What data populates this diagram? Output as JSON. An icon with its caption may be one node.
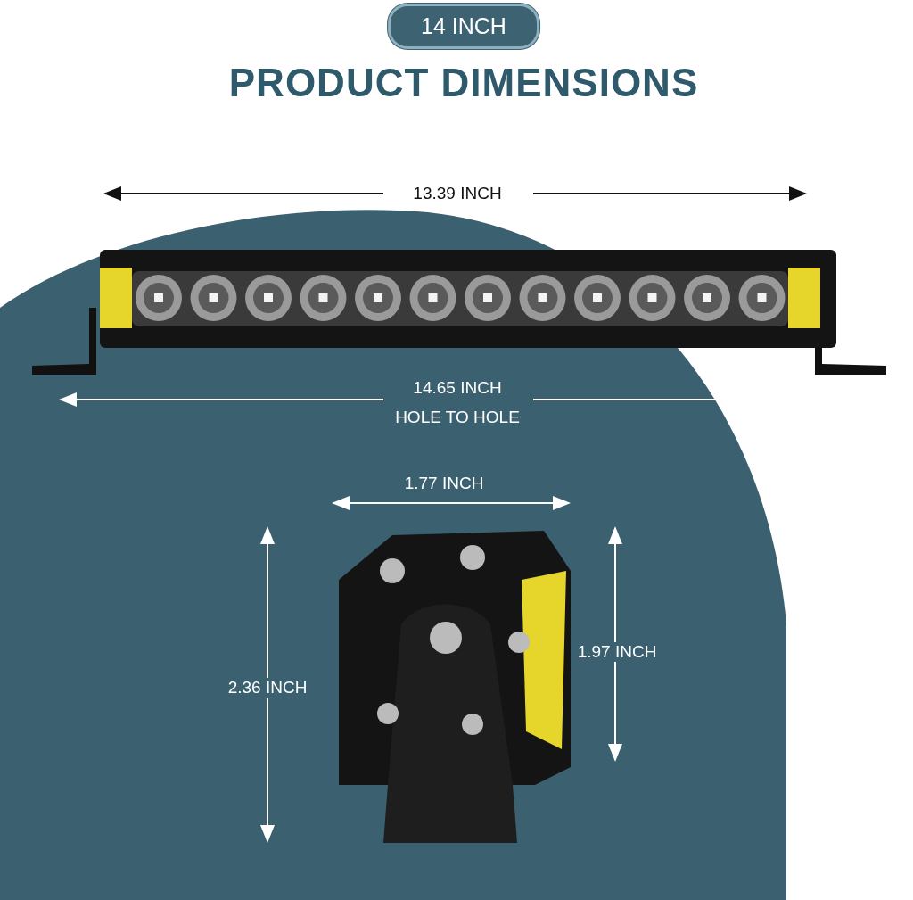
{
  "diagram": {
    "title": "PRODUCT DIMENSIONS",
    "nodes": [
      {
        "text": [
          "14 INCH"
        ]
      }
    ],
    "labels": [
      "13.39 INCH",
      "14.65 INCH",
      "HOLE TO HOLE",
      "1.77 INCH",
      "1.97 INCH",
      "2.36 INCH"
    ]
  }
}
